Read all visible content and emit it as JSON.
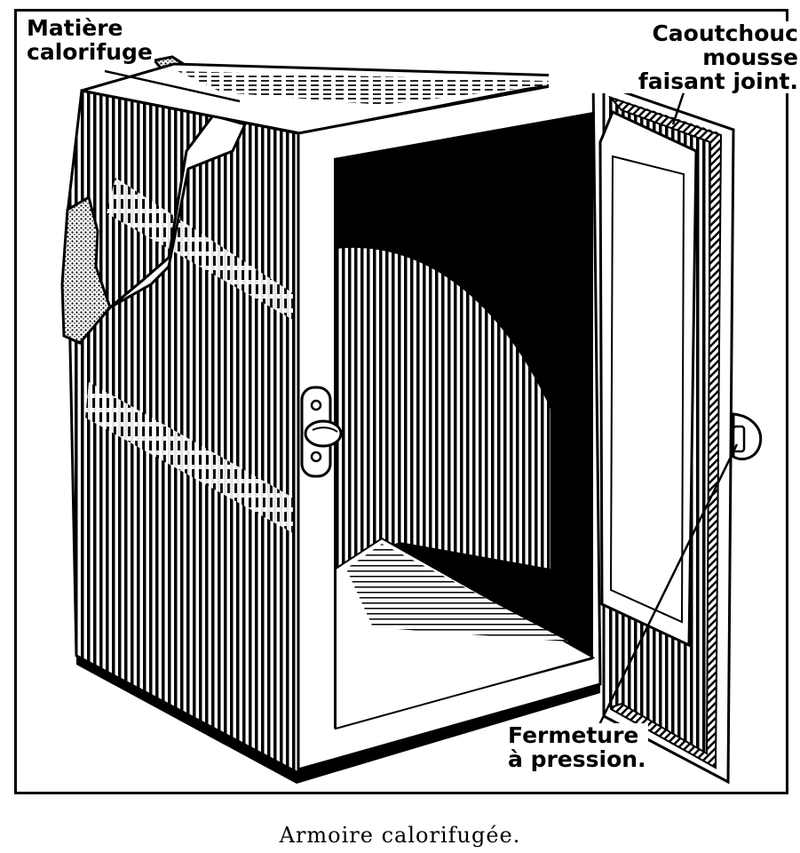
{
  "figure": {
    "labels": {
      "insulation": "Matière\ncalorifuge",
      "gasket": "Caoutchouc mousse\nfaisant joint.",
      "latch": "Fermeture\nà pression."
    },
    "caption": "Armoire calorifugée."
  }
}
